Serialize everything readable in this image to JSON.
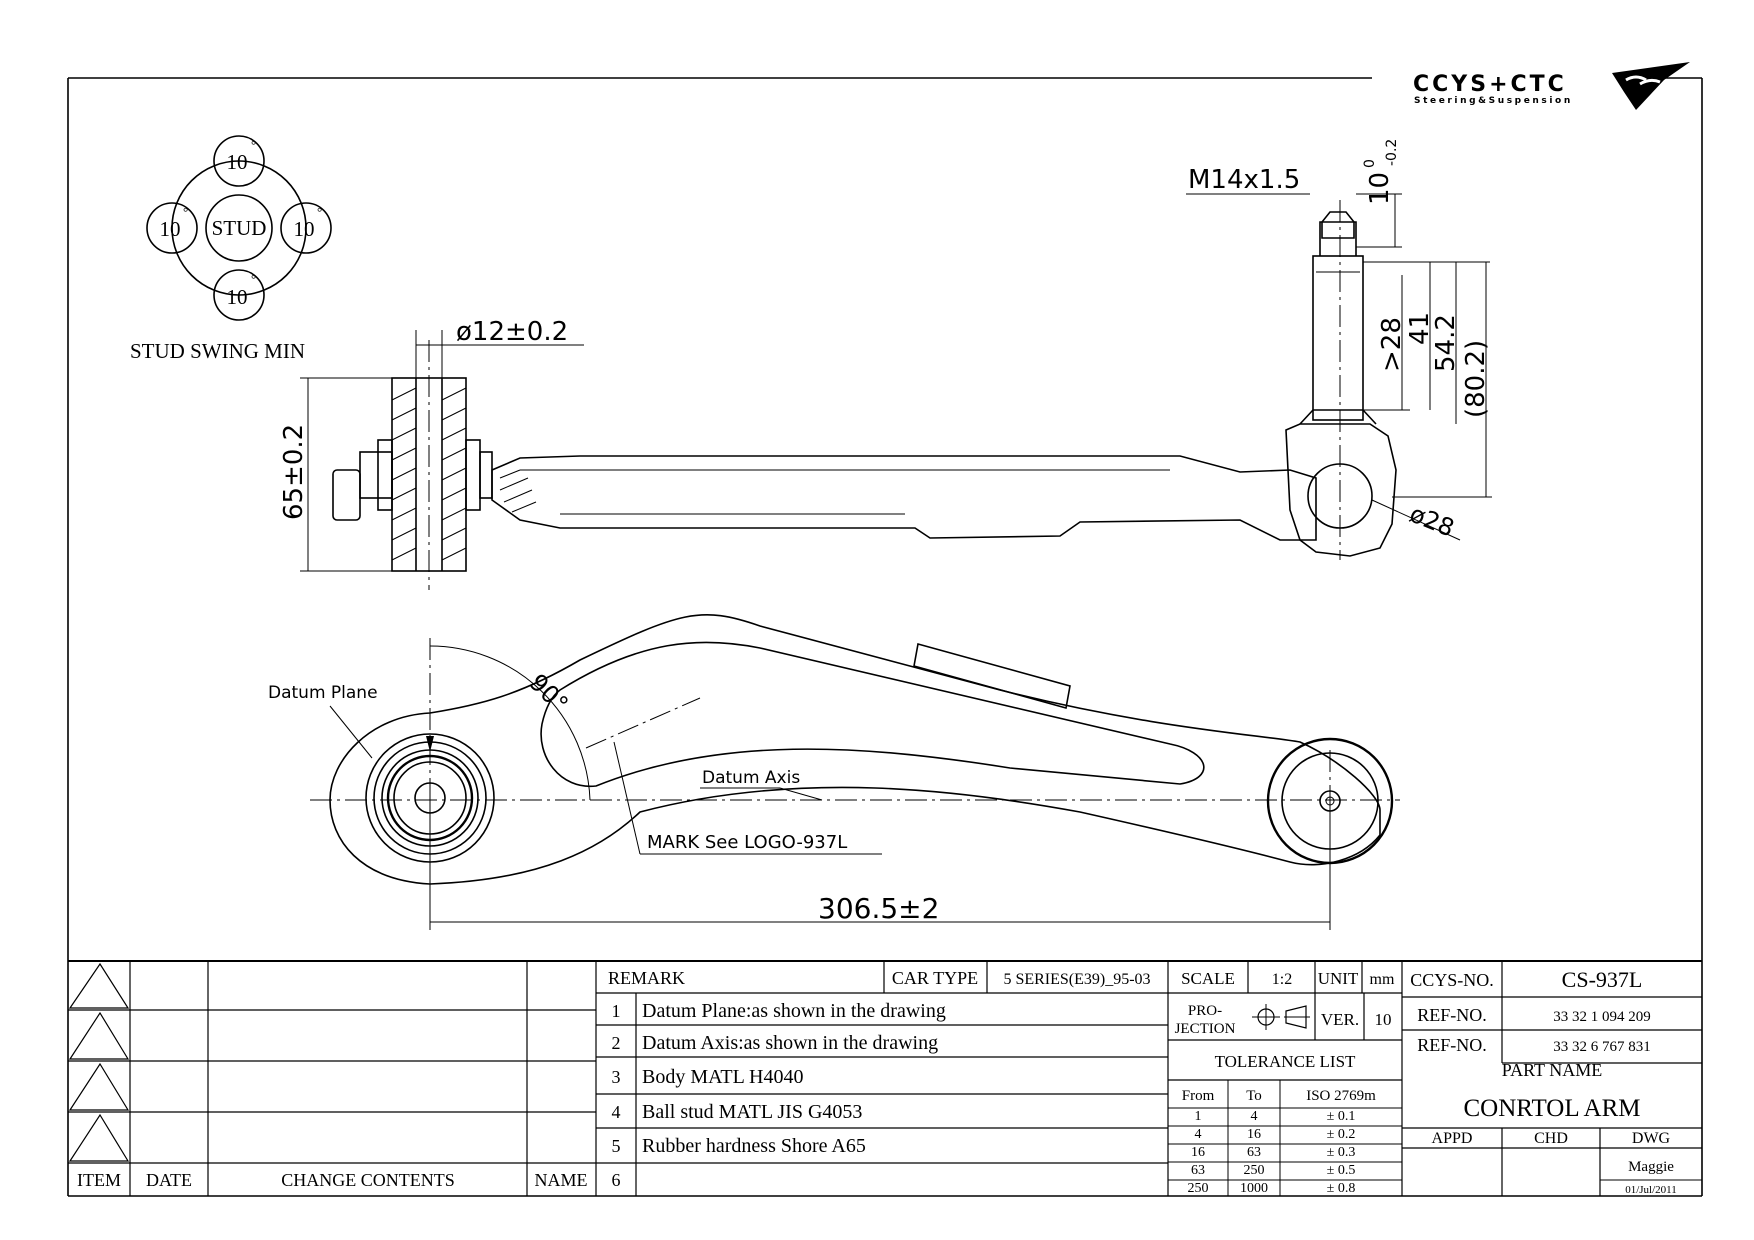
{
  "logo": {
    "brand": "CCYS+CTC",
    "tagline": "Steering&Suspension"
  },
  "stud_swing": {
    "title": "STUD SWING MIN",
    "center": "STUD",
    "top": "10",
    "left": "10",
    "right": "10",
    "bottom": "10",
    "degree": "°"
  },
  "dimensions": {
    "bore": "ø12±0.2",
    "width": "65±0.2",
    "thread": "M14x1.5",
    "thread_len": "10",
    "thread_tol_top": "0",
    "thread_tol_bot": "-0.2",
    "d_28": ">28",
    "d_41": "41",
    "d_54": "54.2",
    "d_80": "(80.2)",
    "ball": "ø28",
    "angle": "90°",
    "length": "306.5±2"
  },
  "labels": {
    "datum_plane": "Datum Plane",
    "datum_axis": "Datum Axis",
    "mark": "MARK See LOGO-937L"
  },
  "revision": {
    "headers": {
      "item": "ITEM",
      "date": "DATE",
      "contents": "CHANGE CONTENTS",
      "name": "NAME"
    }
  },
  "remarks": {
    "header": "REMARK",
    "car_type_label": "CAR TYPE",
    "car_type": "5 SERIES(E39)_95-03",
    "items": [
      {
        "no": "1",
        "text": "Datum Plane:as shown in the drawing"
      },
      {
        "no": "2",
        "text": "Datum Axis:as shown in the drawing"
      },
      {
        "no": "3",
        "text": "Body MATL H4040"
      },
      {
        "no": "4",
        "text": "Ball stud MATL JIS G4053"
      },
      {
        "no": "5",
        "text": "Rubber hardness Shore A65"
      },
      {
        "no": "6",
        "text": ""
      }
    ]
  },
  "spec": {
    "scale_label": "SCALE",
    "scale": "1:2",
    "unit_label": "UNIT",
    "unit": "mm",
    "projection_label_1": "PRO-",
    "projection_label_2": "JECTION",
    "ver_label": "VER.",
    "ver": "10",
    "tolerance_title": "TOLERANCE LIST",
    "tol_headers": {
      "from": "From",
      "to": "To",
      "iso": "ISO 2769m"
    },
    "tolerances": [
      {
        "from": "1",
        "to": "4",
        "tol": "± 0.1"
      },
      {
        "from": "4",
        "to": "16",
        "tol": "± 0.2"
      },
      {
        "from": "16",
        "to": "63",
        "tol": "± 0.3"
      },
      {
        "from": "63",
        "to": "250",
        "tol": "± 0.5"
      },
      {
        "from": "250",
        "to": "1000",
        "tol": "± 0.8"
      }
    ]
  },
  "title_block": {
    "ccys_label": "CCYS-NO.",
    "ccys_no": "CS-937L",
    "ref_label_1": "REF-NO.",
    "ref_no_1": "33 32 1 094 209",
    "ref_label_2": "REF-NO.",
    "ref_no_2": "33 32 6 767 831",
    "part_name_label": "PART NAME",
    "part_name": "CONRTOL ARM",
    "appd": "APPD",
    "chd": "CHD",
    "dwg": "DWG",
    "drawer": "Maggie",
    "date": "01/Jul/2011"
  }
}
